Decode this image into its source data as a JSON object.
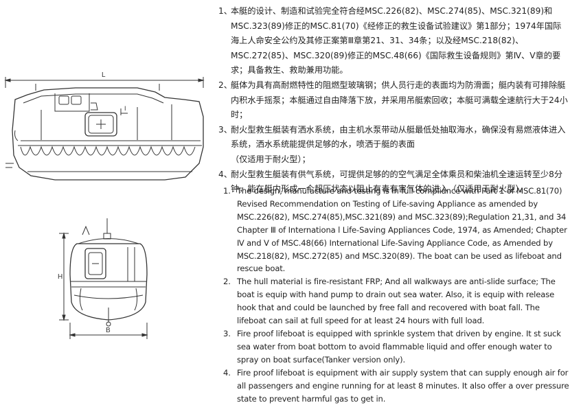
{
  "drawings": {
    "side_view_dim": "L",
    "front_view_height_dim": "H",
    "front_view_breadth_dim": "B",
    "height_marker": "I"
  },
  "chinese_items": [
    {
      "num": "1、",
      "text": "本艇的设计、制造和试验完全符合经MSC.226(82)、MSC.274(85)、MSC.321(89)和MSC.323(89)修正的MSC.81(70)《经修正的救生设备试验建议》第1部分；1974年国际海上人命安全公约及其修正案第Ⅲ章第21、31、34条；以及经MSC.218(82)、MSC.272(85)、MSC.320(89)修正的MSC.48(66)《国际救生设备规则》第Ⅳ、Ⅴ章的要求；具备救生、救助兼用功能。"
    },
    {
      "num": "2、",
      "text": "艇体为具有高耐燃特性的阻燃型玻璃钢；供人员行走的表面均为防滑面；艇内装有可排除艇内积水手摇泵；本艇通过自由降落下放，并采用吊艇索回收；本艇可满载全速航行大于24小时；"
    },
    {
      "num": "3、",
      "text": "耐火型救生艇装有洒水系统，由主机水泵带动从艇最低处抽取海水，确保没有易燃液体进入系统，洒水系统能提供足够的水，喷洒于艇的表面",
      "note": "（仅适用于耐火型）；"
    },
    {
      "num": "4、",
      "text": "耐火型救生艇装有供气系统，可提供足够的的空气满足全体乘员和柴油机全速运转至少8分钟，能在艇内形成一个超压状态以阻止有毒有害气体的进入（仅适用于耐火型）。"
    }
  ],
  "english_items": [
    {
      "num": "1.",
      "text": "The design, manufacture and testing is in full compliance with Part 1 of MSC.81(70) Revised Recommendation on Testing of Life-saving Appliance as amended by MSC.226(82), MSC.274(85),MSC.321(89) and MSC.323(89);Regulation 21,31, and 34 Chapter Ⅲ of Internationa l Life-Saving Appliances Code, 1974, as Amended; Chapter Ⅳ and Ⅴ of MSC.48(66) International Life-Saving Appliance Code, as Amended by MSC.218(82), MSC.272(85) and MSC.320(89). The boat can be used as lifeboat and rescue boat."
    },
    {
      "num": "2.",
      "text": "The hull material is fire-resistant FRP; And all walkways are anti-slide surface; The boat is equip with hand pump to drain out sea water. Also, it is equip with release hook that and could be launched by free fall and recovered with boat fall. The lifeboat can sail at full speed for at least 24 hours with full load."
    },
    {
      "num": "3.",
      "text": "Fire proof lifeboat is equipped with sprinkle system that driven by engine. It st suck sea water from boat bottom to avoid flammable liquid and offer enough water to spray on boat surface(Tanker version only)."
    },
    {
      "num": "4.",
      "text": "Fire proof lifeboat is equipment with air supply system that can supply enough air for all passengers and engine running for at least 8 minutes. It also offer a over pressure state to prevent harmful gas to get in."
    }
  ]
}
